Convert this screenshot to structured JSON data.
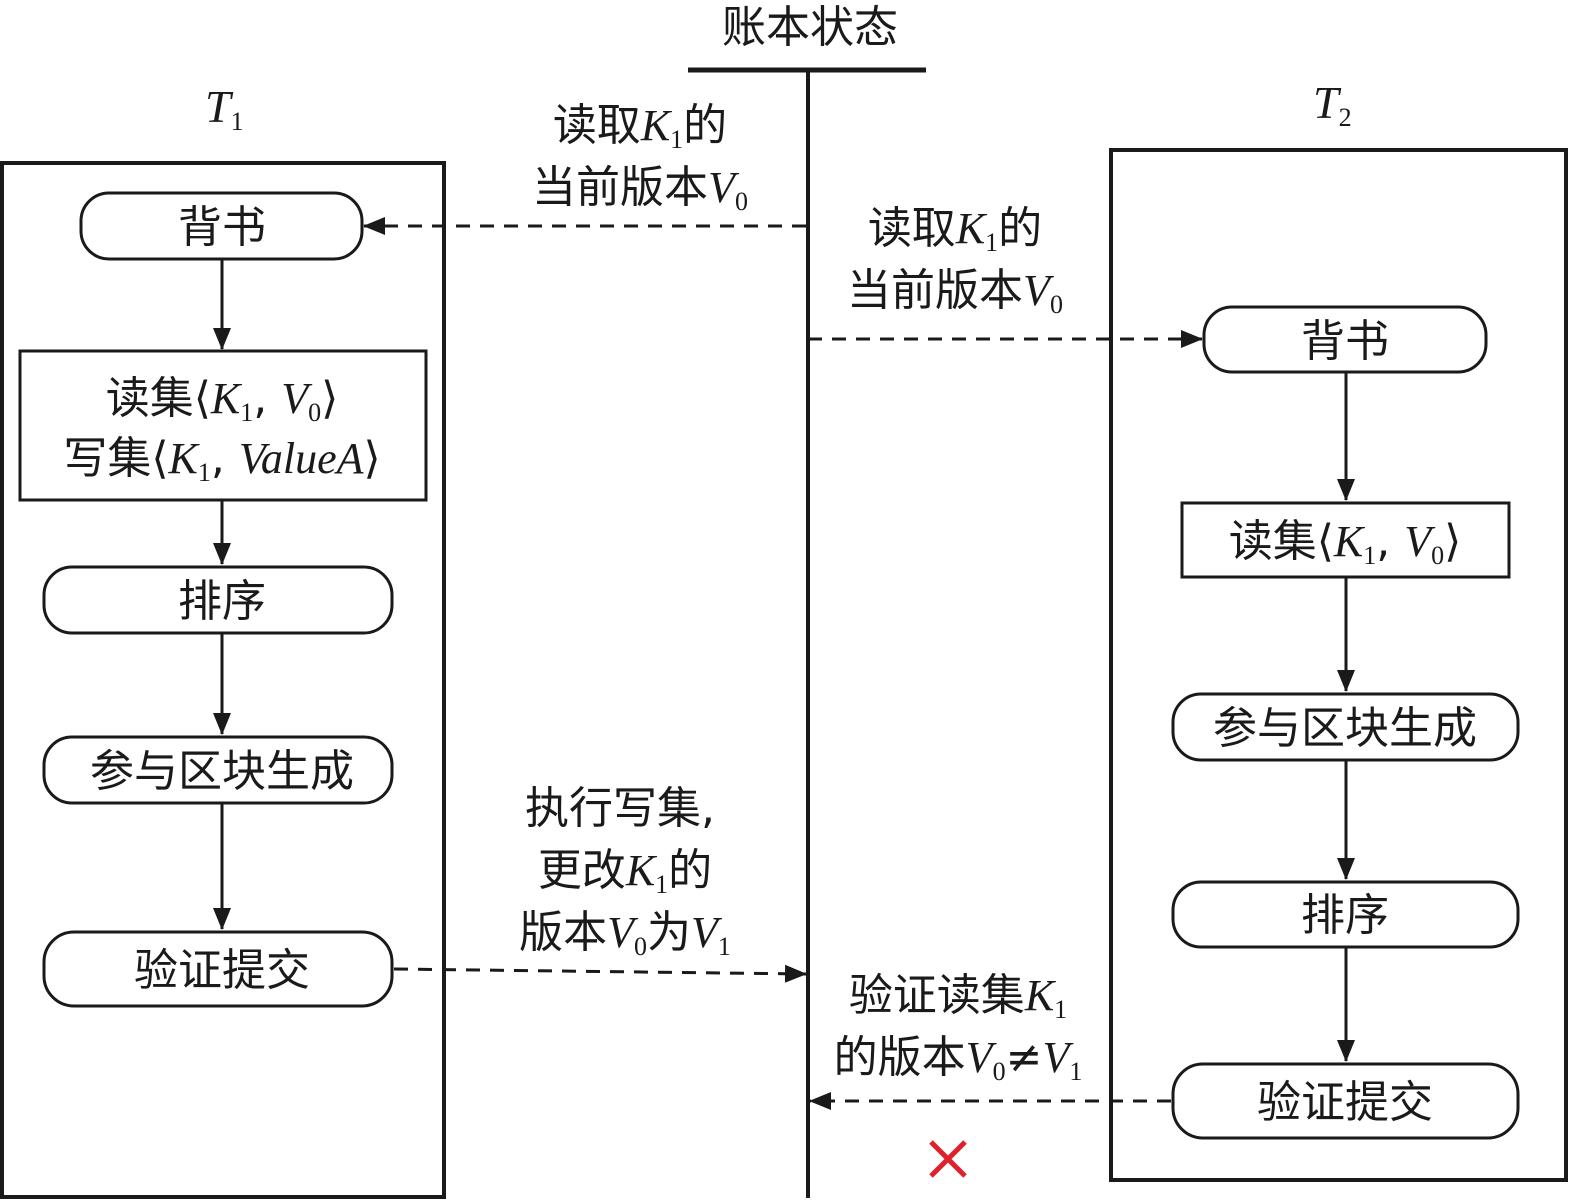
{
  "ledger": {
    "title": "账本状态"
  },
  "t1": {
    "label": "T",
    "label_sub": "1"
  },
  "t2": {
    "label": "T",
    "label_sub": "2"
  },
  "nodes": {
    "endorse": "背书",
    "rw1_read": {
      "pre": "读集⟨",
      "k": "K",
      "ks": "1",
      "mid": ", ",
      "v": "V",
      "vs": "0",
      "post": "⟩"
    },
    "rw1_write": {
      "pre": "写集⟨",
      "k": "K",
      "ks": "1",
      "mid": ", ",
      "v": "ValueA",
      "post": "⟩"
    },
    "order": "排序",
    "block": "参与区块生成",
    "commit": "验证提交"
  },
  "annotations": {
    "read1_line1": {
      "pre": "读取",
      "k": "K",
      "ks": "1",
      "post": "的"
    },
    "read1_line2": {
      "pre": "当前版本",
      "v": "V",
      "vs": "0"
    },
    "read2_line1": {
      "pre": "读取",
      "k": "K",
      "ks": "1",
      "post": "的"
    },
    "read2_line2": {
      "pre": "当前版本",
      "v": "V",
      "vs": "0"
    },
    "write_line1": "执行写集,",
    "write_line2": {
      "pre": "更改",
      "k": "K",
      "ks": "1",
      "post": "的"
    },
    "write_line3": {
      "pre": "版本",
      "v0": "V",
      "v0s": "0",
      "mid": "为",
      "v1": "V",
      "v1s": "1"
    },
    "verify_line1": {
      "pre": "验证读集",
      "k": "K",
      "ks": "1"
    },
    "verify_line2": {
      "pre": "的版本",
      "v0": "V",
      "v0s": "0",
      "neq": "≠",
      "v1": "V",
      "v1s": "1"
    }
  },
  "reject_mark": "✕",
  "colors": {
    "ink": "#1a1a1a",
    "reject": "#e0202a"
  }
}
